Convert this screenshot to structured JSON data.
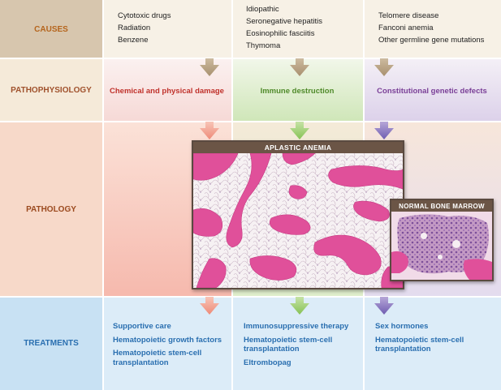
{
  "rows": {
    "causes": "CAUSES",
    "pathophysiology": "PATHOPHYSIOLOGY",
    "pathology": "PATHOLOGY",
    "treatments": "TREATMENTS"
  },
  "columns": [
    {
      "causes": [
        "Cytotoxic drugs",
        "Radiation",
        "Benzene"
      ],
      "pathophysiology": "Chemical and physical damage",
      "treatments": [
        "Supportive care",
        "Hematopoietic growth factors",
        "Hematopoietic stem-cell transplantation"
      ]
    },
    {
      "causes": [
        "Idiopathic",
        "Seronegative hepatitis",
        "Eosinophilic fasciitis",
        "Thymoma"
      ],
      "pathophysiology": "Immune destruction",
      "treatments": [
        "Immunosuppressive therapy",
        "Hematopoietic stem-cell transplantation",
        "Eltrombopag"
      ]
    },
    {
      "causes": [
        "Telomere disease",
        "Fanconi anemia",
        "Other germline gene mutations"
      ],
      "pathophysiology": "Constitutional genetic defects",
      "treatments": [
        "Sex hormones",
        "Hematopoietic stem-cell transplantation"
      ]
    }
  ],
  "images": {
    "aplastic": "APLASTIC ANEMIA",
    "normal": "NORMAL BONE MARROW"
  },
  "colors": {
    "causes_label": "#b5651d",
    "patho_red": "#c0312b",
    "patho_green": "#4f8a2a",
    "patho_purple": "#7a3f97",
    "treat_blue": "#2a6fb0",
    "tissue_pink": "#e0509a"
  }
}
